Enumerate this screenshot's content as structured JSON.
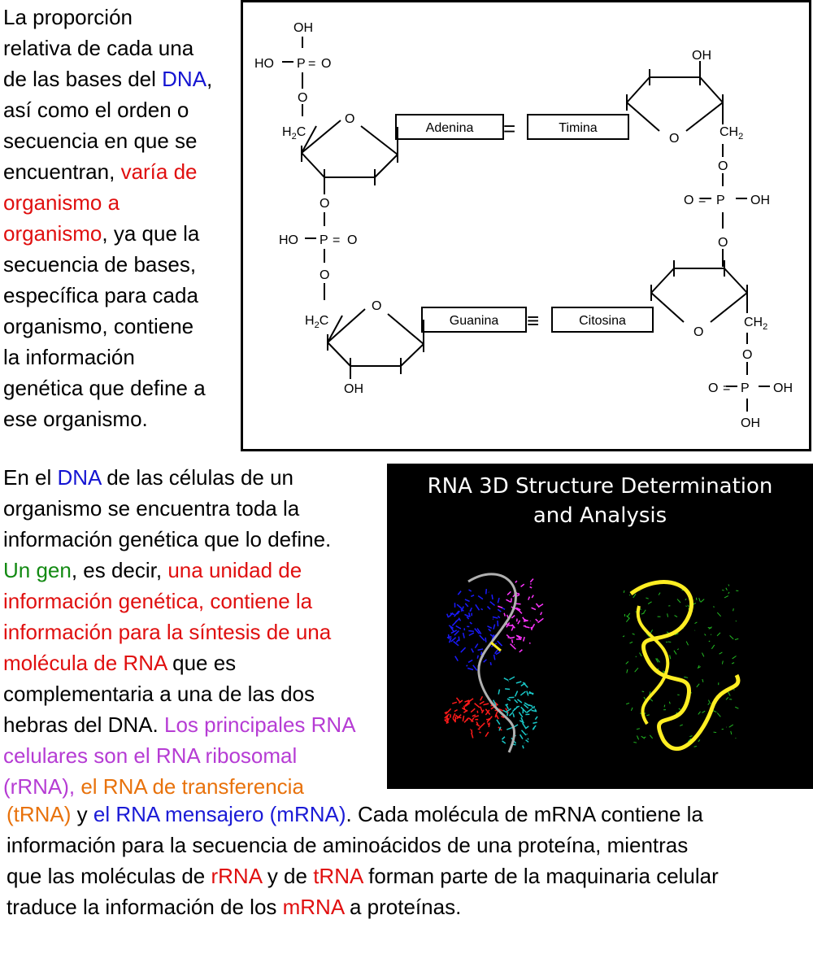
{
  "paragraph1": {
    "lines": [
      [
        {
          "t": "La proporción",
          "c": ""
        }
      ],
      [
        {
          "t": "relativa de cada una",
          "c": ""
        }
      ],
      [
        {
          "t": "de las bases del ",
          "c": ""
        },
        {
          "t": "DNA",
          "c": "blue"
        },
        {
          "t": ",",
          "c": ""
        }
      ],
      [
        {
          "t": " así como el orden o",
          "c": ""
        }
      ],
      [
        {
          "t": "secuencia en que se",
          "c": ""
        }
      ],
      [
        {
          "t": " encuentran, ",
          "c": ""
        },
        {
          "t": "varía de",
          "c": "red"
        }
      ],
      [
        {
          "t": "    organismo a",
          "c": "red"
        }
      ],
      [
        {
          "t": "organismo",
          "c": "red"
        },
        {
          "t": ", ya que la",
          "c": ""
        }
      ],
      [
        {
          "t": "secuencia de bases,",
          "c": ""
        }
      ],
      [
        {
          "t": "específica para cada",
          "c": ""
        }
      ],
      [
        {
          "t": " organismo, contiene",
          "c": ""
        }
      ],
      [
        {
          "t": " la información",
          "c": ""
        }
      ],
      [
        {
          "t": " genética que define a",
          "c": ""
        }
      ],
      [
        {
          "t": " ese organismo.",
          "c": ""
        }
      ]
    ]
  },
  "diagram": {
    "oh": "OH",
    "ho_p_o": "HO",
    "p": "P",
    "o": "O",
    "h2c": "H2C",
    "ch2": "CH2",
    "eq2": "=",
    "eq3": "≡",
    "bases": {
      "adenina": "Adenina",
      "timina": "Timina",
      "guanina": "Guanina",
      "citosina": "Citosina"
    }
  },
  "rna_panel": {
    "title_line1": "RNA 3D Structure Determination",
    "title_line2": "and Analysis",
    "colors": {
      "blue": "#1a1aff",
      "magenta": "#ff33ff",
      "red": "#ff1a1a",
      "cyan": "#19c8c8",
      "yellow": "#ffee22",
      "green": "#22bb22",
      "backbone": "#b0b0b0"
    }
  },
  "paragraph2": {
    "lines": [
      [
        {
          "t": "En el ",
          "c": ""
        },
        {
          "t": "DNA",
          "c": "blue"
        },
        {
          "t": " de las células de un",
          "c": ""
        }
      ],
      [
        {
          "t": "organismo se encuentra toda la",
          "c": ""
        }
      ],
      [
        {
          "t": "información  genética que lo define.",
          "c": ""
        }
      ],
      [
        {
          "t": " Un gen",
          "c": "green"
        },
        {
          "t": ", es decir, ",
          "c": ""
        },
        {
          "t": "una unidad de",
          "c": "red"
        }
      ],
      [
        {
          "t": "información genética, contiene la",
          "c": "red"
        }
      ],
      [
        {
          "t": "información para la síntesis de una",
          "c": "red"
        }
      ],
      [
        {
          "t": " molécula de RNA",
          "c": "red"
        },
        {
          "t": " que es",
          "c": ""
        }
      ],
      [
        {
          "t": " complementaria a una de las dos",
          "c": ""
        }
      ],
      [
        {
          "t": "hebras del DNA. ",
          "c": ""
        },
        {
          "t": "Los principales RNA",
          "c": "purple"
        }
      ],
      [
        {
          "t": " celulares son el RNA ribosomal",
          "c": "purple"
        }
      ],
      [
        {
          "t": "(rRNA), ",
          "c": "purple"
        },
        {
          "t": "el RNA de transferencia",
          "c": "orange"
        }
      ]
    ]
  },
  "paragraph3": {
    "lines": [
      [
        {
          "t": "(tRNA)",
          "c": "orange"
        },
        {
          "t": " y ",
          "c": ""
        },
        {
          "t": "el RNA mensajero (mRNA)",
          "c": "mblue"
        },
        {
          "t": ". Cada molécula de mRNA contiene la",
          "c": ""
        }
      ],
      [
        {
          "t": "información para la secuencia de aminoácidos de una proteína, mientras",
          "c": ""
        }
      ],
      [
        {
          "t": "que las  moléculas de ",
          "c": ""
        },
        {
          "t": "rRNA",
          "c": "red"
        },
        {
          "t": " y de ",
          "c": ""
        },
        {
          "t": "tRNA",
          "c": "red"
        },
        {
          "t": " forman parte de la maquinaria celular",
          "c": ""
        }
      ],
      [
        {
          "t": "traduce la información de los ",
          "c": ""
        },
        {
          "t": "mRNA",
          "c": "red"
        },
        {
          "t": " a proteínas.",
          "c": ""
        }
      ]
    ]
  }
}
